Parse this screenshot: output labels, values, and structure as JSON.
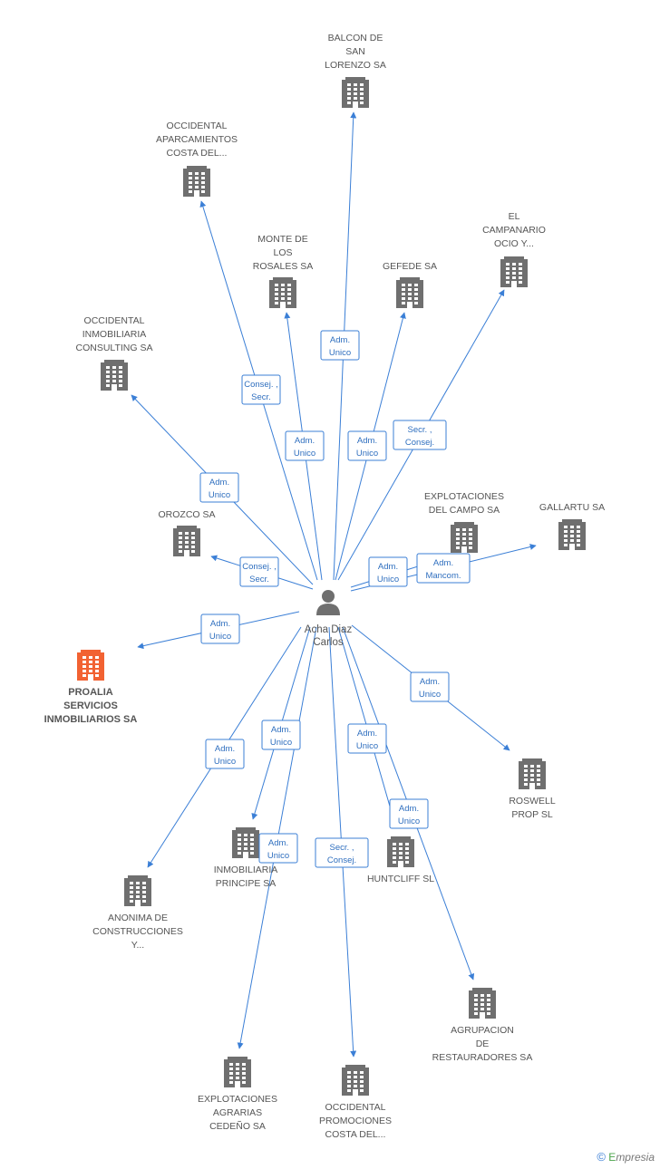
{
  "center": {
    "label": [
      "Acha Diaz",
      "Carlos"
    ],
    "icon": "person-icon"
  },
  "focus_company": {
    "label": [
      "PROALIA",
      "SERVICIOS",
      "INMOBILIARIOS SA"
    ],
    "icon": "building-icon",
    "color": "#f26232"
  },
  "colors": {
    "edge": "#3b7fd6",
    "building": "#6f6f6f",
    "focus": "#f26232"
  },
  "companies": [
    {
      "id": "balcon",
      "label": [
        "BALCON DE",
        "SAN",
        "LORENZO SA"
      ]
    },
    {
      "id": "occ-aparc",
      "label": [
        "OCCIDENTAL",
        "APARCAMIENTOS",
        "COSTA DEL..."
      ]
    },
    {
      "id": "monte",
      "label": [
        "MONTE DE",
        "LOS",
        "ROSALES SA"
      ]
    },
    {
      "id": "gefede",
      "label": [
        "GEFEDE SA"
      ]
    },
    {
      "id": "campanario",
      "label": [
        "EL",
        "CAMPANARIO",
        "OCIO Y..."
      ]
    },
    {
      "id": "occ-inmob",
      "label": [
        "OCCIDENTAL",
        "INMOBILIARIA",
        "CONSULTING SA"
      ]
    },
    {
      "id": "orozco",
      "label": [
        "OROZCO SA"
      ]
    },
    {
      "id": "explot-campo",
      "label": [
        "EXPLOTACIONES",
        "DEL CAMPO SA"
      ]
    },
    {
      "id": "gallartu",
      "label": [
        "GALLARTU SA"
      ]
    },
    {
      "id": "roswell",
      "label": [
        "ROSWELL",
        "PROP SL"
      ]
    },
    {
      "id": "huntcliff",
      "label": [
        "HUNTCLIFF SL"
      ]
    },
    {
      "id": "principe",
      "label": [
        "INMOBILIARIA",
        "PRINCIPE SA"
      ]
    },
    {
      "id": "anonima",
      "label": [
        "ANONIMA DE",
        "CONSTRUCCIONES",
        "Y..."
      ]
    },
    {
      "id": "agrupacion",
      "label": [
        "AGRUPACION",
        "DE",
        "RESTAURADORES SA"
      ]
    },
    {
      "id": "explot-agrarias",
      "label": [
        "EXPLOTACIONES",
        "AGRARIAS",
        "CEDEÑO SA"
      ]
    },
    {
      "id": "occ-promo",
      "label": [
        "OCCIDENTAL",
        "PROMOCIONES",
        "COSTA DEL..."
      ]
    }
  ],
  "relations": [
    {
      "to": "balcon",
      "label": [
        "Adm.",
        "Unico"
      ]
    },
    {
      "to": "occ-aparc",
      "label": [
        "Consej. ,",
        "Secr."
      ]
    },
    {
      "to": "monte",
      "label": [
        "Adm.",
        "Unico"
      ]
    },
    {
      "to": "gefede",
      "label": [
        "Adm.",
        "Unico"
      ]
    },
    {
      "to": "campanario",
      "label": [
        "Secr. ,",
        "Consej."
      ]
    },
    {
      "to": "occ-inmob",
      "label": [
        "Adm.",
        "Unico"
      ]
    },
    {
      "to": "orozco",
      "label": [
        "Consej. ,",
        "Secr."
      ]
    },
    {
      "to": "explot-campo",
      "label": [
        "Adm.",
        "Unico"
      ]
    },
    {
      "to": "gallartu",
      "label": [
        "Adm.",
        "Mancom."
      ]
    },
    {
      "to": "focus",
      "label": [
        "Adm.",
        "Unico"
      ]
    },
    {
      "to": "roswell",
      "label": [
        "Adm.",
        "Unico"
      ]
    },
    {
      "to": "huntcliff",
      "label": [
        "Adm.",
        "Unico"
      ]
    },
    {
      "to": "principe",
      "label": [
        "Adm.",
        "Unico"
      ]
    },
    {
      "to": "anonima",
      "label": [
        "Adm.",
        "Unico"
      ]
    },
    {
      "to": "agrupacion",
      "label": [
        "Adm.",
        "Unico"
      ]
    },
    {
      "to": "explot-agrarias",
      "label": [
        "Adm.",
        "Unico"
      ]
    },
    {
      "to": "occ-promo",
      "label": [
        "Secr. ,",
        "Consej."
      ]
    }
  ],
  "footer": {
    "copyright_symbol": "©",
    "brand_initial": "E",
    "brand_rest": "mpresia"
  }
}
